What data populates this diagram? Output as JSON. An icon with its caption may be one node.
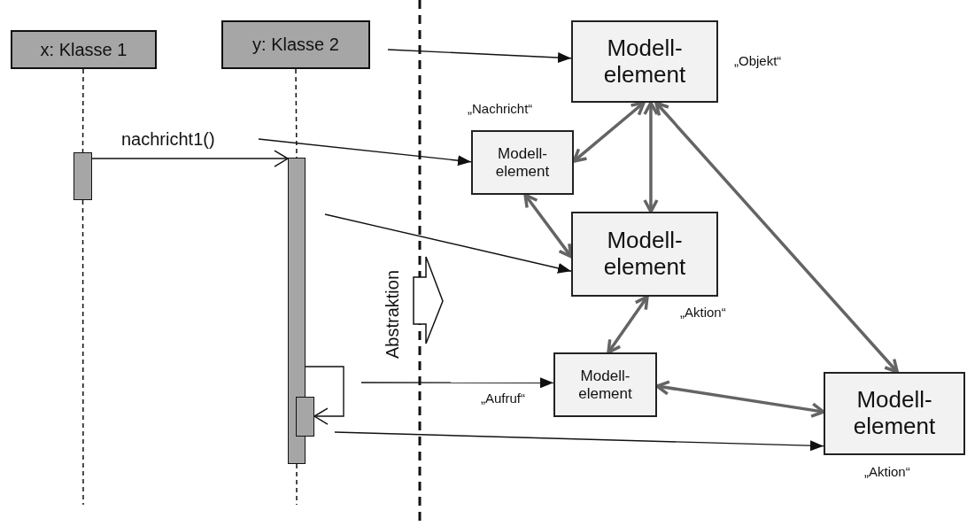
{
  "diagram": {
    "nodes": [
      {
        "text": [
          "x: Klasse 1"
        ]
      },
      {
        "text": [
          "y: Klasse 2"
        ]
      },
      {
        "text": [],
        "shape": "bar"
      },
      {
        "text": [],
        "shape": "bar"
      },
      {
        "text": [],
        "shape": "bar"
      },
      {
        "text": [
          "Modell- element"
        ],
        "beside": [
          "„Objekt“"
        ]
      },
      {
        "text": [
          "Modell- element"
        ],
        "beside": [
          "„Nachricht“"
        ]
      },
      {
        "text": [
          "Modell- element"
        ],
        "beside": [
          "„Aktion“"
        ]
      },
      {
        "text": [
          "Modell- element"
        ],
        "beside": [
          "„Aufruf“"
        ]
      },
      {
        "text": [
          "Modell- element"
        ],
        "beside": [
          "„Aktion“"
        ]
      }
    ],
    "edges": [
      {
        "from": 0,
        "to": 2,
        "arrow": "none",
        "style": "dashed"
      },
      {
        "from": 2,
        "to": null,
        "arrow": "none",
        "style": "dashed"
      },
      {
        "from": 1,
        "to": 3,
        "arrow": "none",
        "style": "dashed"
      },
      {
        "from": 3,
        "to": null,
        "arrow": "none",
        "style": "dashed"
      },
      {
        "from": 2,
        "to": 3,
        "arrow": "to",
        "label": "nachricht1()"
      },
      {
        "from": 3,
        "to": 4,
        "arrow": "to"
      },
      {
        "from": null,
        "to": 5,
        "arrow": "to"
      },
      {
        "from": null,
        "to": 6,
        "arrow": "to"
      },
      {
        "from": null,
        "to": 7,
        "arrow": "to"
      },
      {
        "from": null,
        "to": 8,
        "arrow": "to"
      },
      {
        "from": null,
        "to": 9,
        "arrow": "to"
      },
      {
        "from": 5,
        "to": 6,
        "arrow": "both",
        "style": "thick",
        "color": "#646464"
      },
      {
        "from": 5,
        "to": 7,
        "arrow": "both",
        "style": "thick",
        "color": "#646464"
      },
      {
        "from": 5,
        "to": 9,
        "arrow": "both",
        "style": "thick",
        "color": "#646464"
      },
      {
        "from": 6,
        "to": 7,
        "arrow": "both",
        "style": "thick",
        "color": "#646464"
      },
      {
        "from": 7,
        "to": 8,
        "arrow": "both",
        "style": "thick",
        "color": "#646464"
      },
      {
        "from": 8,
        "to": 9,
        "arrow": "both",
        "style": "thick",
        "color": "#646464"
      }
    ],
    "labels": [
      "Abstraktion"
    ]
  }
}
